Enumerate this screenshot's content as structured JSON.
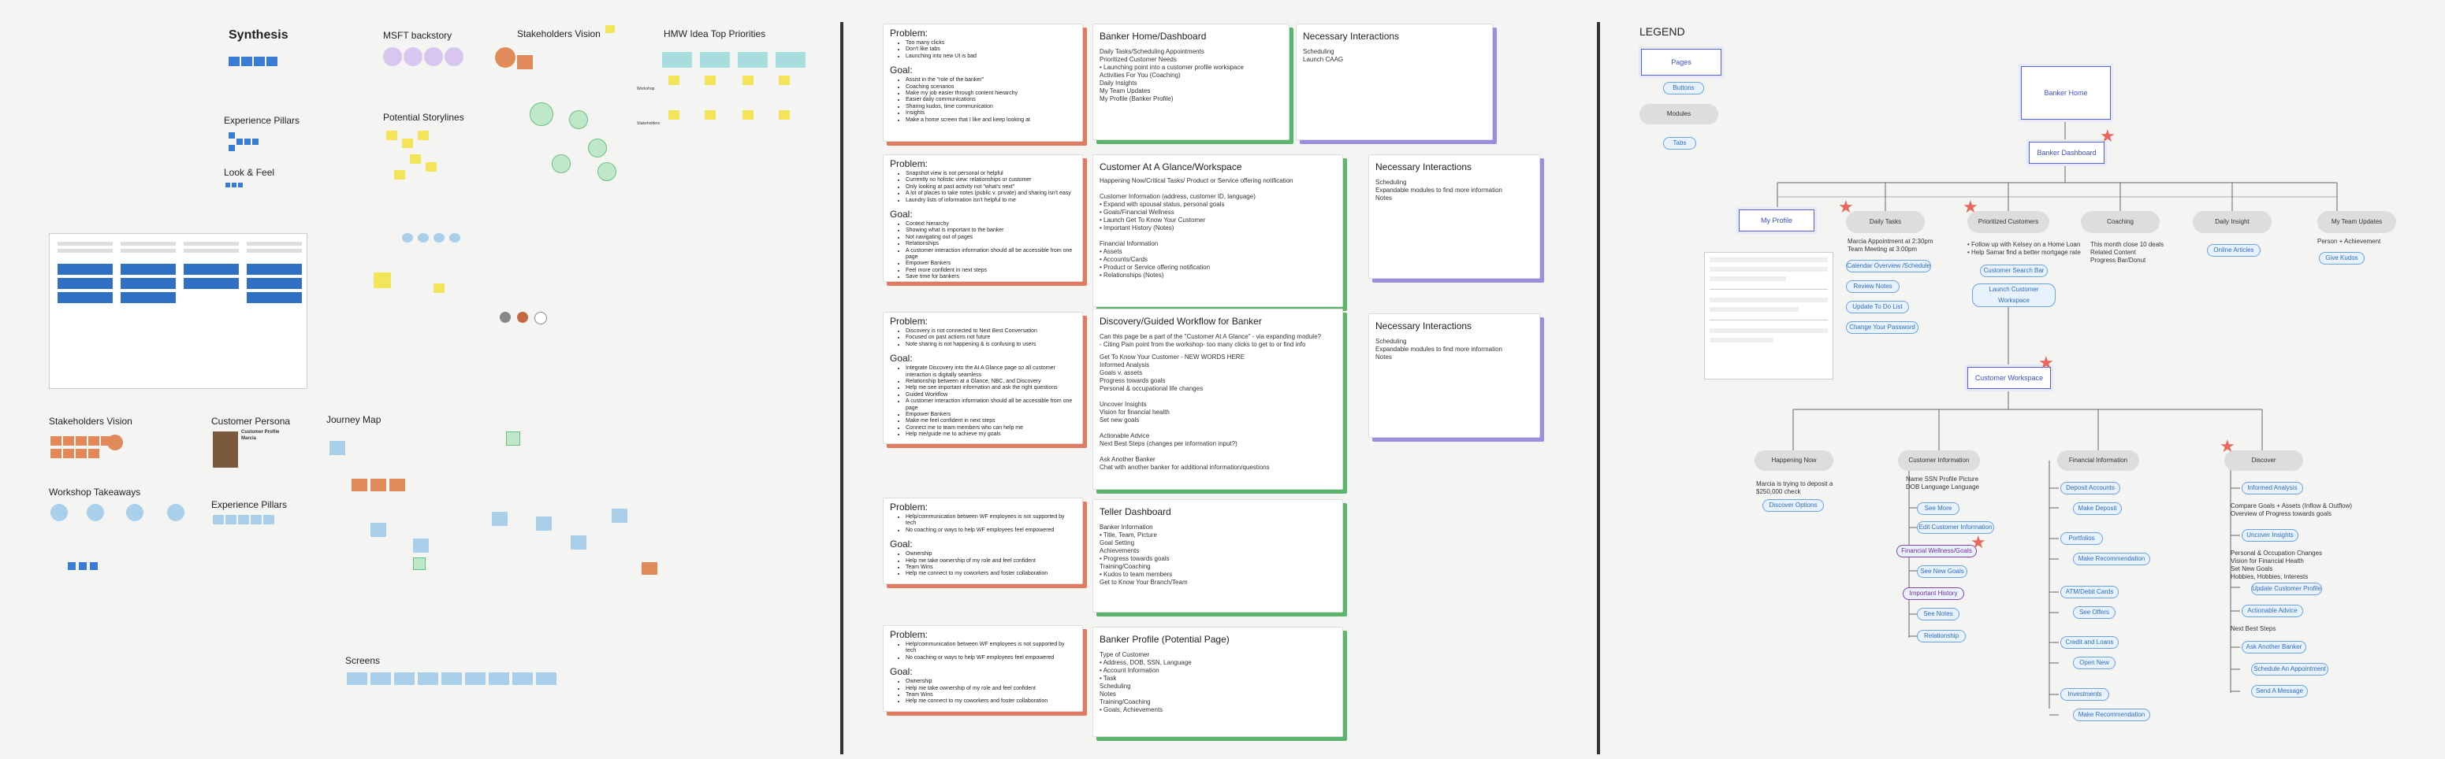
{
  "colors": {
    "card_green": "#5bb46e",
    "card_purple": "#9b8ee0",
    "card_red": "#e07a60",
    "accent_blue": "#4e63d6",
    "star": "#e8665c"
  },
  "left": {
    "synthesis": "Synthesis",
    "msft": "MSFT backstory",
    "stakeholders_vision": "Stakeholders Vision",
    "hmw": "HMW Idea Top Priorities",
    "experience_pillars": "Experience Pillars",
    "potential_storylines": "Potential Storylines",
    "look_feel": "Look & Feel",
    "stakeholders_vision2": "Stakeholders Vision",
    "customer_persona": "Customer Persona",
    "journey_map": "Journey Map",
    "workshop": "Workshop Takeaways",
    "experience_pillars2": "Experience Pillars",
    "screens": "Screens",
    "persona_name": "Customer Profile\nMarcia",
    "hmw_rows": [
      "Workshop",
      "Stakeholders"
    ]
  },
  "problems": [
    {
      "problem": "Problem:",
      "problem_items": [
        "Too many clicks",
        "Don't like tabs",
        "Launching into new UI is bad"
      ],
      "goal": "Goal:",
      "goal_items": [
        "Assist in the \"role of the banker\"",
        "Coaching scenarios",
        "Make my job easier through content hierarchy",
        "Easier daily communications",
        "Sharing kudos, time communication",
        "Insights",
        "Make a home screen that I like and keep looking at"
      ]
    },
    {
      "problem": "Problem:",
      "problem_items": [
        "Snapshot view is not personal or helpful",
        "Currently no holistic view: relationships or customer",
        "Only looking at past activity not \"what's next\"",
        "A lot of places to take notes (public v. private) and sharing isn't easy",
        "Laundry lists of information isn't helpful to me"
      ],
      "goal": "Goal:",
      "goal_items": [
        "Context hierarchy",
        "Showing what is important to the banker",
        "Not navigating out of pages",
        "Relationships",
        "A customer interaction information should all be accessible from one page",
        "Empower Bankers",
        "Feel more confident in next steps",
        "Save time for bankers"
      ]
    },
    {
      "problem": "Problem:",
      "problem_items": [
        "Discovery is not connected to Next Best Conversation",
        "Focused on past actions not future",
        "Note sharing is not happening & is confusing to users"
      ],
      "goal": "Goal:",
      "goal_items": [
        "Integrate Discovery into the At A Glance page so all customer interaction is digitally seamless",
        "Relationship between at a Glance, NBC, and Discovery",
        "Help me see important information and ask the right questions",
        "Guided Workflow",
        "A customer interaction information should all be accessible from one page",
        "Empower Bankers",
        "Make me feel confident in next steps",
        "Connect me to team members who can help me",
        "Help me/guide me to achieve my goals"
      ]
    },
    {
      "problem": "Problem:",
      "problem_items": [
        "Help/communication between WF employees is not supported by tech",
        "No coaching or ways to help WF employees feel empowered"
      ],
      "goal": "Goal:",
      "goal_items": [
        "Ownership",
        "Help me take ownership of my role and feel confident",
        "Team Wins",
        "Help me connect to my coworkers and foster collaboration"
      ]
    },
    {
      "problem": "Problem:",
      "problem_items": [
        "Help/communication between WF employees is not supported by tech",
        "No coaching or ways to help WF employees feel empowered"
      ],
      "goal": "Goal:",
      "goal_items": [
        "Ownership",
        "Help me take ownership of my role and feel confident",
        "Team Wins",
        "Help me connect to my coworkers and foster collaboration"
      ]
    }
  ],
  "cards": {
    "banker_home": {
      "title": "Banker Home/Dashboard",
      "body": "Daily Tasks/Scheduling Appointments\nPrioritized Customer Needs\n  • Launching point into a customer profile workspace\nActivities For You (Coaching)\nDaily Insights\nMy Team Updates\nMy Profile (Banker Profile)"
    },
    "necessary1": {
      "title": "Necessary Interactions",
      "body": "Scheduling\nLaunch CAAG"
    },
    "at_a_glance": {
      "title": "Customer At A Glance/Workspace",
      "body": "Happening Now/Critical Tasks/ Product or Service offering notification\n\nCustomer Information (address, customer ID, language)\n  • Expand with spousal status, personal goals\n  • Goals/Financial Wellness\n  • Launch Get To Know Your Customer\n  • Important History (Notes)\n\nFinancial Information\n  • Assets\n  • Accounts/Cards\n      • Product or Service offering notification\n  • Relationships (Notes)"
    },
    "necessary2": {
      "title": "Necessary Interactions",
      "body": "Scheduling\nExpandable modules to find more information\nNotes"
    },
    "discovery": {
      "title": "Discovery/Guided Workflow for Banker",
      "body": "Can this page be a part of the \"Customer At A Glance\" - via expanding module?\n- Citing Pain point from the workshop- too many clicks to get to or find info",
      "green": "Get To Know Your Customer - NEW WORDS HERE",
      "body2": "Informed Analysis\nGoals v. assets\nProgress towards goals\nPersonal & occupational life changes\n\nUncover Insights\nVision for financial health\nSet new goals\n\nActionable Advice\nNext Best Steps (changes per information input?)\n\nAsk Another Banker\nChat with another banker for additional information/questions"
    },
    "necessary3": {
      "title": "Necessary Interactions",
      "body": "Scheduling\nExpandable modules to find more information\nNotes"
    },
    "teller": {
      "title": "Teller Dashboard",
      "body": "Banker Information\n  • Title, Team, Picture\nGoal Setting\nAchievements\n  • Progress towards goals\nTraining/Coaching\n  • Kudos to team members\nGet to Know Your Branch/Team"
    },
    "banker_profile": {
      "title": "Banker Profile (Potential Page)",
      "body": "Type of Customer\n  • Address, DOB, SSN, Language\n  • Account Information\n  • Task\nScheduling\nNotes\nTraining/Coaching\n  • Goals, Achievements"
    }
  },
  "legend": {
    "title": "LEGEND",
    "pages": "Pages",
    "buttons": "Buttons",
    "modules": "Modules",
    "tabs": "Tabs",
    "banker_home": "Banker Home",
    "banker_dashboard": "Banker Dashboard",
    "my_profile": "My Profile",
    "daily_tasks": "Daily Tasks",
    "prioritized": "Prioritized Customers",
    "coaching": "Coaching",
    "daily_insight": "Daily Insight",
    "my_team": "My Team Updates",
    "daily_tasks_text": "Marcia Appointment at 2:30pm\nTeam Meeting at 3:00pm",
    "prioritized_text": "• Follow up with Kelsey on a Home Loan\n• Help Samar find a better mortgage rate",
    "coaching_text": "This month close 10 deals\nRelated Content\nProgress Bar/Donut",
    "my_team_text": "Person + Achievement",
    "daily_btns": [
      "Calendar Overview /Schedule",
      "Review Notes",
      "Update To Do List",
      "Change Your Password"
    ],
    "prior_btns": [
      "Customer Search Bar",
      "Launch Customer Workspace"
    ],
    "insight_btn": "Online Articles",
    "team_btn": "Give Kudos",
    "customer_workspace": "Customer Workspace",
    "happening": "Happening Now",
    "happening_text": "Marcia is trying to deposit a\n$250,000 check",
    "happening_btn": "Discover Options",
    "cust_info": "Customer Information",
    "cust_info_text": "Name          SSN            Profile Picture\nDOB           Language      Language",
    "cust_btns": [
      "See More",
      "Edit Customer Information",
      "Financial Wellness/Goals",
      "See New Goals",
      "Important History",
      "See Notes",
      "Relationship"
    ],
    "fin_info": "Financial Information",
    "fin_btns": [
      "Deposit Accounts",
      "Make Deposit",
      "Portfolios",
      "Make Recommendation",
      "ATM/Debit Cards",
      "See Offers",
      "Credit and Loans",
      "Open New",
      "Investments",
      "Make Recommendation"
    ],
    "discover": "Discover",
    "disc_btns": [
      "Informed Analysis",
      "Uncover Insights",
      "Update Customer Profile",
      "Actionable Advice",
      "Ask Another Banker",
      "Schedule An Appointment",
      "Send A Message"
    ],
    "disc_text1": "Compare Goals + Assets (Inflow & Outflow)\nOverview of Progress towards goals",
    "disc_text2": "Personal & Occupation Changes\nVision for Financial Health\nSet New Goals\nHobbies, Hobbies, Interests",
    "disc_text3": "Next Best Steps"
  }
}
